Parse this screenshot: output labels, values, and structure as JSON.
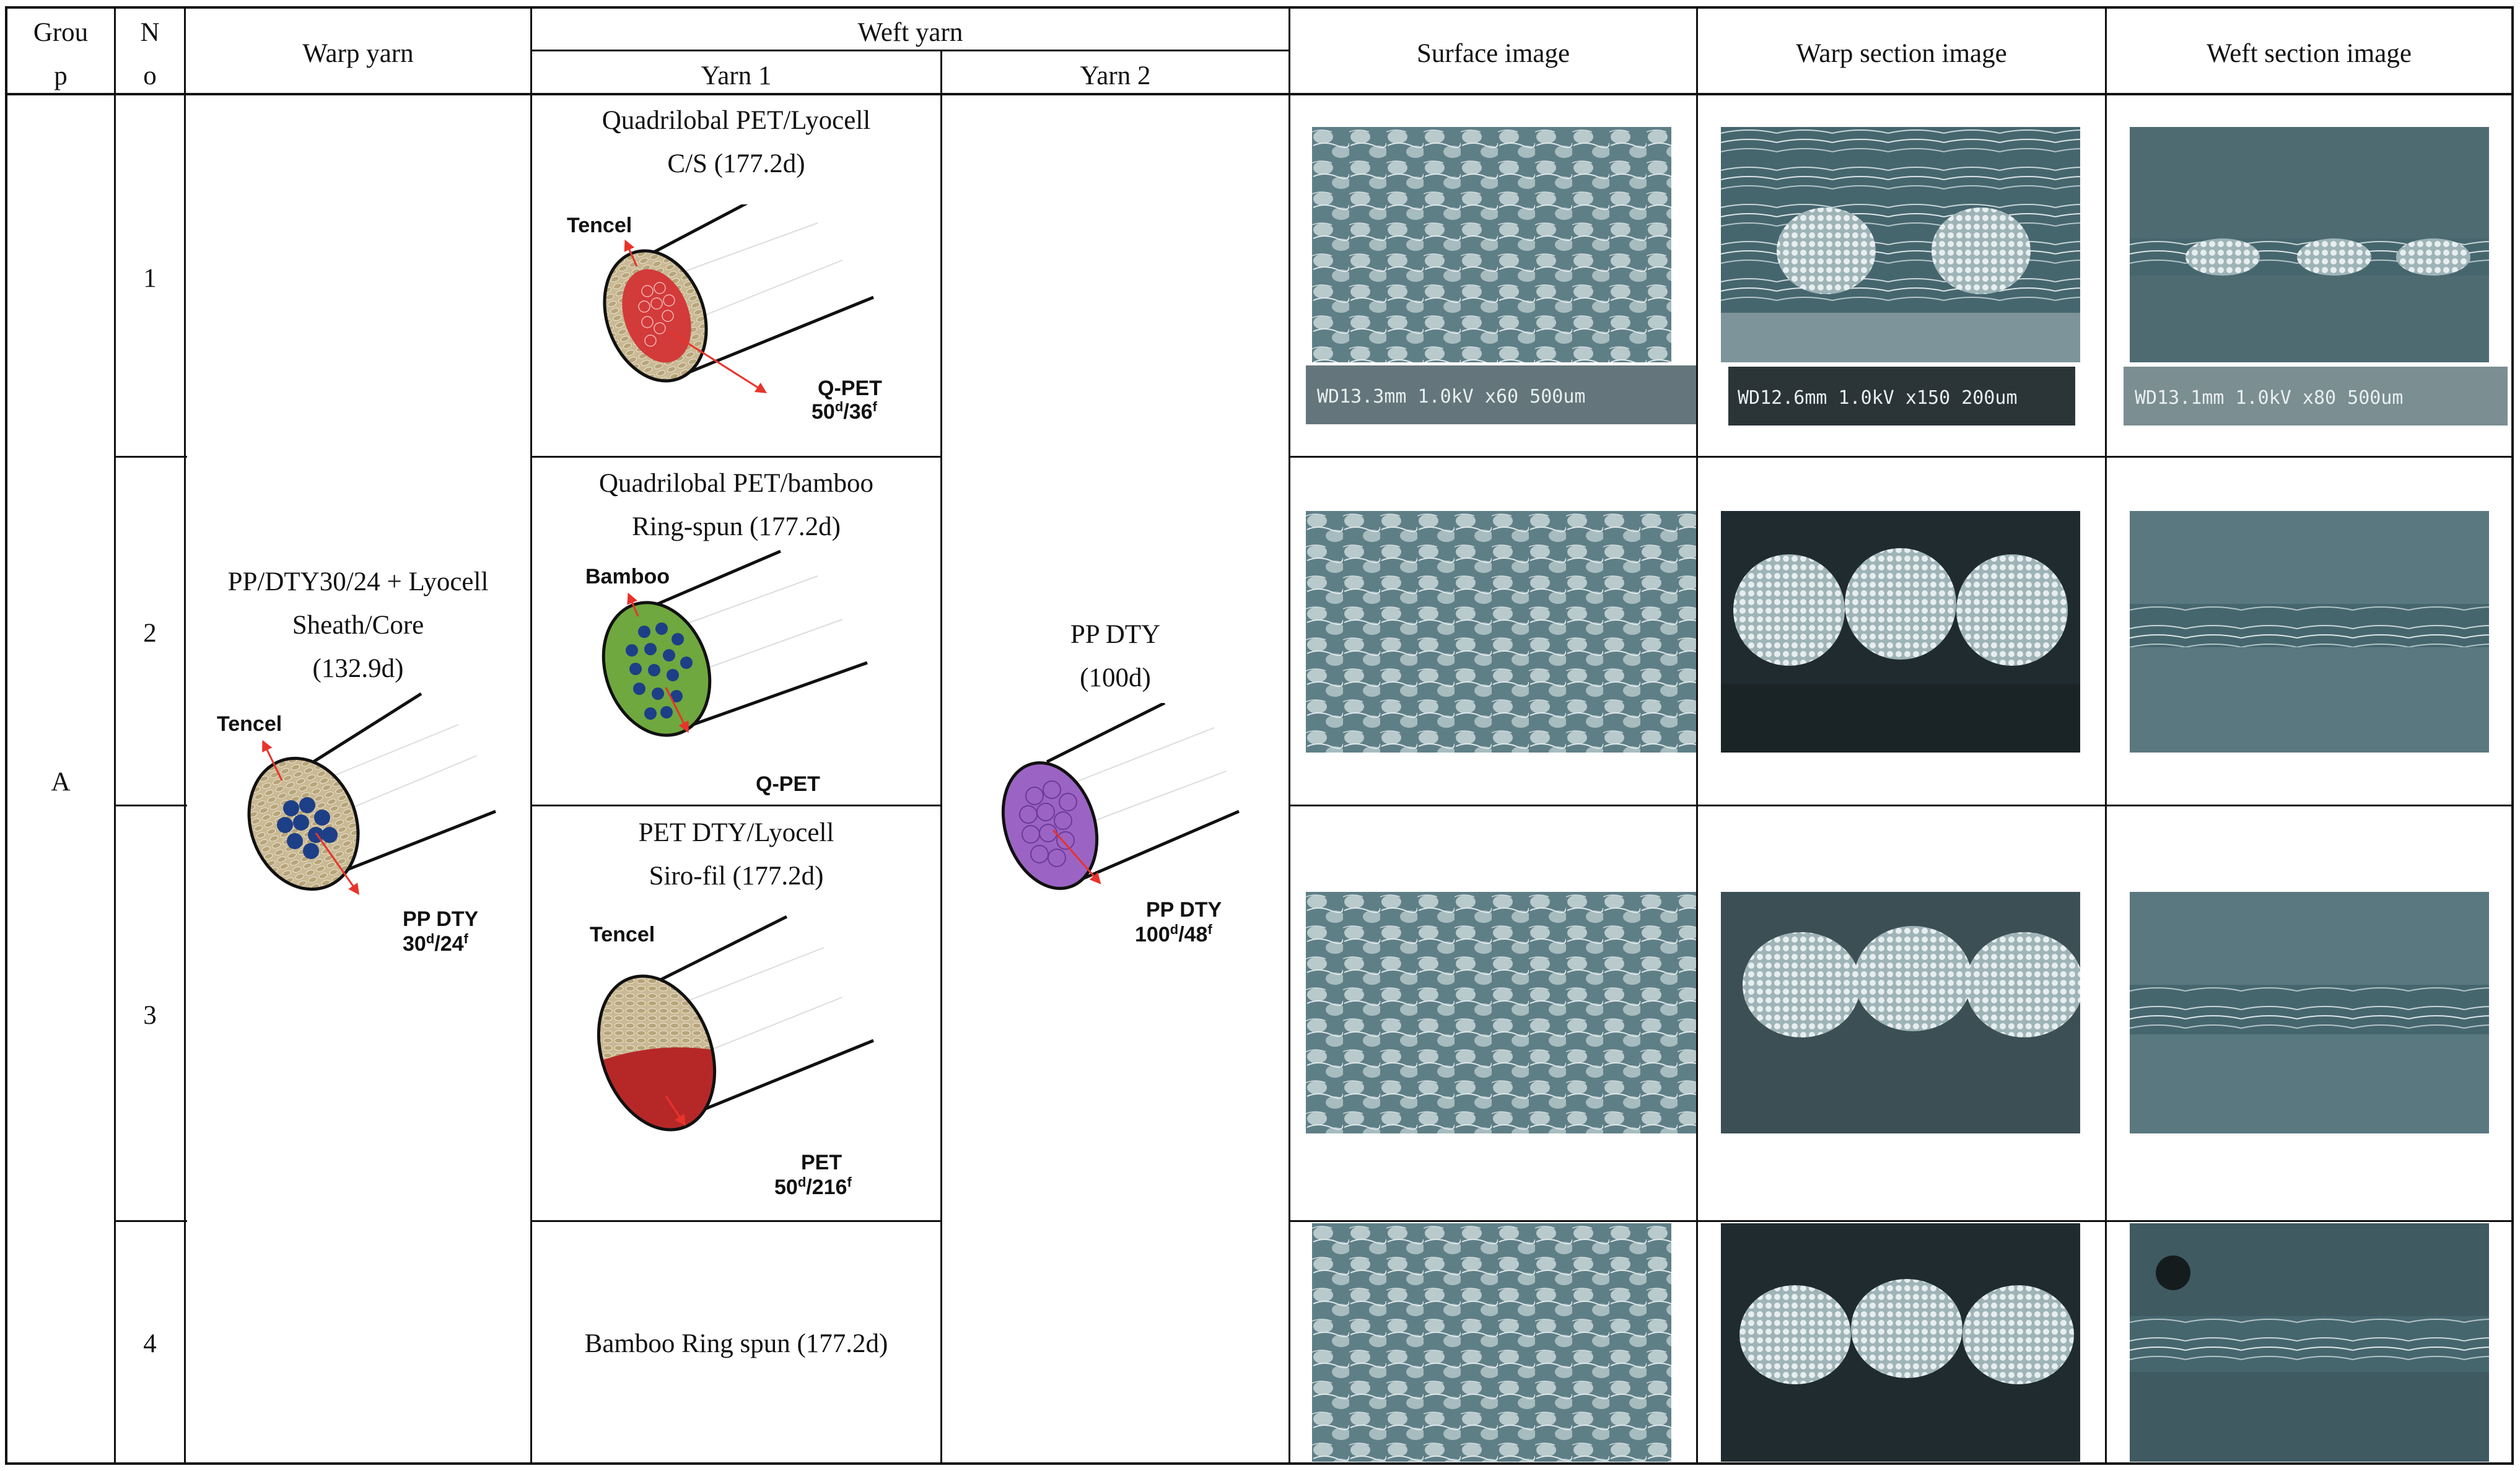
{
  "header": {
    "group": [
      "Grou",
      "p"
    ],
    "no": [
      "N",
      "o"
    ],
    "warp_yarn": "Warp yarn",
    "weft_yarn": "Weft yarn",
    "yarn1": "Yarn 1",
    "yarn2": "Yarn 2",
    "surface_image": "Surface image",
    "warp_section_image": "Warp section image",
    "weft_section_image": "Weft section image"
  },
  "group_label": "A",
  "warp": {
    "lines": [
      "PP/DTY30/24 + Lyocell",
      "Sheath/Core",
      "(132.9d)"
    ],
    "diagram": {
      "label_outer": "Tencel",
      "label_core": "PP DTY",
      "label_spec": [
        "30",
        "d",
        "/24",
        "f"
      ]
    }
  },
  "yarn2": {
    "lines": [
      "PP DTY",
      "(100d)"
    ],
    "diagram": {
      "label_core": "PP DTY",
      "label_spec": [
        "100",
        "d",
        "/48",
        "f"
      ]
    }
  },
  "rows": [
    {
      "no": "1",
      "yarn1_lines": [
        "Quadrilobal PET/Lyocell",
        "C/S (177.2d)"
      ],
      "diagram": {
        "label_outer": "Tencel",
        "label_core": "Q-PET",
        "label_spec": [
          "50",
          "d",
          "/36",
          "f"
        ]
      },
      "sem_bars": [
        "WD13.3mm  1.0kV x60   500um",
        "WD12.6mm  1.0kV x150   200um",
        "WD13.1mm  1.0kV x80    500um"
      ]
    },
    {
      "no": "2",
      "yarn1_lines": [
        "Quadrilobal PET/bamboo",
        "Ring-spun (177.2d)"
      ],
      "diagram": {
        "label_outer": "Bamboo",
        "label_core": "Q-PET"
      },
      "sem_bars": []
    },
    {
      "no": "3",
      "yarn1_lines": [
        "PET DTY/Lyocell",
        "Siro-fil (177.2d)"
      ],
      "diagram": {
        "label_outer": "Tencel",
        "label_core": "PET",
        "label_spec": [
          "50",
          "d",
          "/216",
          "f"
        ]
      },
      "sem_bars": []
    },
    {
      "no": "4",
      "yarn1_lines": [
        "Bamboo Ring spun (177.2d)"
      ],
      "sem_bars": []
    }
  ],
  "colors": {
    "sem_base": "#5f7f87",
    "tencel_sheath": "#c9b994",
    "qpet_core": "#d33a3a",
    "bamboo_green": "#6fa83e",
    "core_blue": "#1d3f87",
    "pp_purple": "#9b64c4",
    "arrow_red": "#e8332b"
  }
}
